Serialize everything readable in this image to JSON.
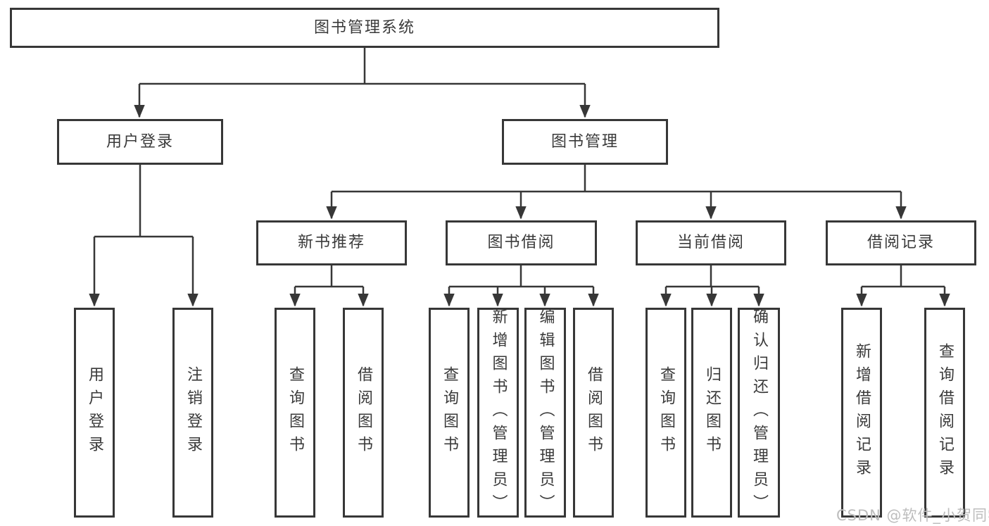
{
  "diagram": {
    "type": "tree-structure-chart",
    "nodes": {
      "root": "图书管理系统",
      "user_login": "用户登录",
      "book_management": "图书管理",
      "new_book_recommend": "新书推荐",
      "book_borrowing": "图书借阅",
      "current_borrowing": "当前借阅",
      "borrowing_records": "借阅记录",
      "leaf_user_login": "用户登录",
      "leaf_logout": "注销登录",
      "leaf_query_books_recommend": "查询图书",
      "leaf_borrow_books_recommend": "借阅图书",
      "leaf_query_books_borrowing": "查询图书",
      "leaf_add_books_admin": "新增图书（管理员）",
      "leaf_edit_books_admin": "编辑图书（管理员）",
      "leaf_borrow_books_borrowing": "借阅图书",
      "leaf_query_books_current": "查询图书",
      "leaf_return_books": "归还图书",
      "leaf_confirm_return_admin": "确认归还（管理员）",
      "leaf_add_borrow_record": "新增借阅记录",
      "leaf_query_borrow_record": "查询借阅记录"
    },
    "colors": {
      "line": "#373737",
      "box_border": "#373737",
      "text": "#3a3a3a",
      "background": "#ffffff",
      "watermark_text_color": "#bdbdbd"
    }
  },
  "watermark": {
    "text": "CSDN @软件_小贺同学"
  }
}
